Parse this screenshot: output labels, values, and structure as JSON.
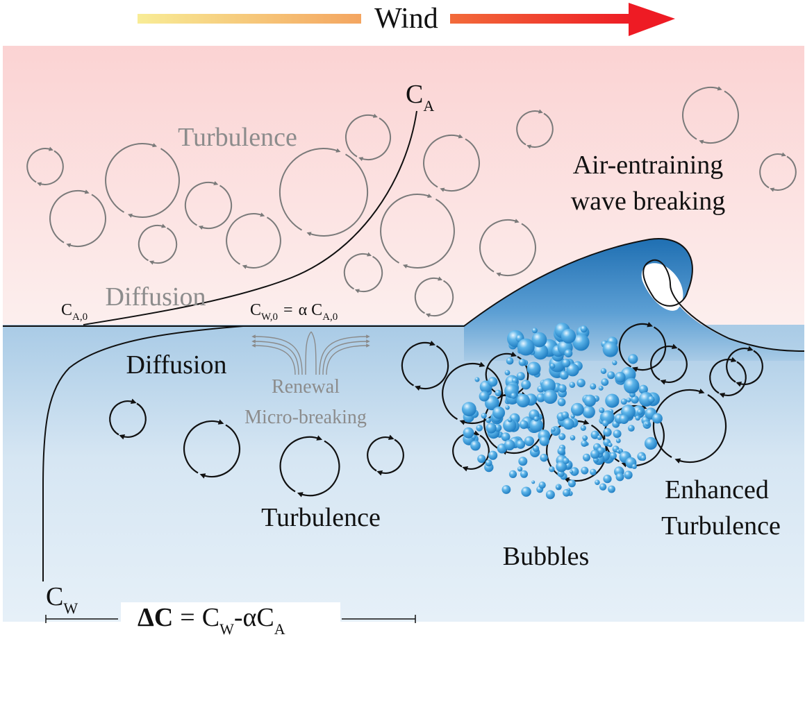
{
  "wind": {
    "label": "Wind"
  },
  "air": {
    "turbulence_label": "Turbulence",
    "diffusion_label": "Diffusion",
    "wave_breaking_line1": "Air-entraining",
    "wave_breaking_line2": "wave breaking",
    "ca_main": "C",
    "ca_sub": "A",
    "ca0_main": "C",
    "ca0_sub": "A,0"
  },
  "interface": {
    "cw0_main": "C",
    "cw0_sub": "W,0",
    "equals": "=",
    "alpha": "α",
    "rhs_main": "C",
    "rhs_sub": "A,0"
  },
  "water": {
    "diffusion_label": "Diffusion",
    "renewal_label": "Renewal",
    "microbreaking_label": "Micro-breaking",
    "turbulence_label": "Turbulence",
    "bubbles_label": "Bubbles",
    "enhanced_line1": "Enhanced",
    "enhanced_line2": "Turbulence",
    "cw_main": "C",
    "cw_sub": "W"
  },
  "equation": {
    "delta_c": "ΔC",
    "equals": "=",
    "cw_main": "C",
    "cw_sub": "W",
    "minus_alpha": "-α",
    "ca_main": "C",
    "ca_sub": "A"
  },
  "colors": {
    "air_top": "#fbd3d3",
    "air_bottom": "#fcefee",
    "water_top": "#a9cbe6",
    "water_bottom": "#e6f0f8",
    "wave": "#1f73b7",
    "bubble": "#2a93d5",
    "wind_start": "#f8ec96",
    "wind_end": "#ee1b24",
    "gray_text": "#8c8c8c",
    "eddy_gray": "#7a7a7a"
  }
}
